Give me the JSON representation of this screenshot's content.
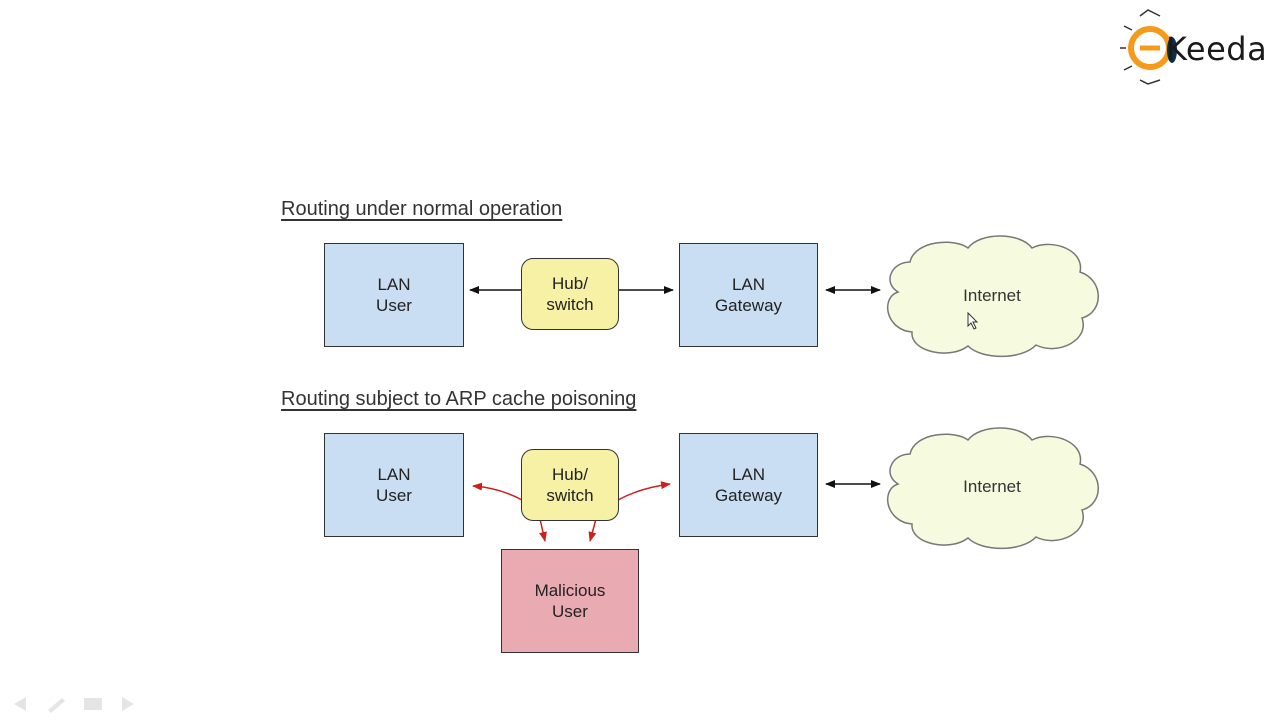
{
  "logo": {
    "text": "Keeda"
  },
  "sections": {
    "normal": {
      "title": "Routing under normal operation"
    },
    "poisoned": {
      "title": "Routing subject to ARP cache poisoning"
    }
  },
  "nodes": {
    "lan_user": "LAN\nUser",
    "hub_switch": "Hub/\nswitch",
    "lan_gateway": "LAN\nGateway",
    "internet": "Internet",
    "malicious_user": "Malicious\nUser"
  },
  "colors": {
    "box_blue": "#c9def2",
    "box_pill": "#f7f1a6",
    "box_malicious": "#e9aab2",
    "cloud_fill": "#f6fbdf",
    "arrow_normal": "#111111",
    "arrow_attack": "#cc1f1f",
    "logo_orange": "#f59a1b"
  },
  "icons": {
    "cursor": "mouse-pointer-icon",
    "nav_prev": "arrow-left-icon",
    "nav_pen": "pen-icon",
    "nav_menu": "menu-icon",
    "nav_next": "arrow-right-icon"
  }
}
